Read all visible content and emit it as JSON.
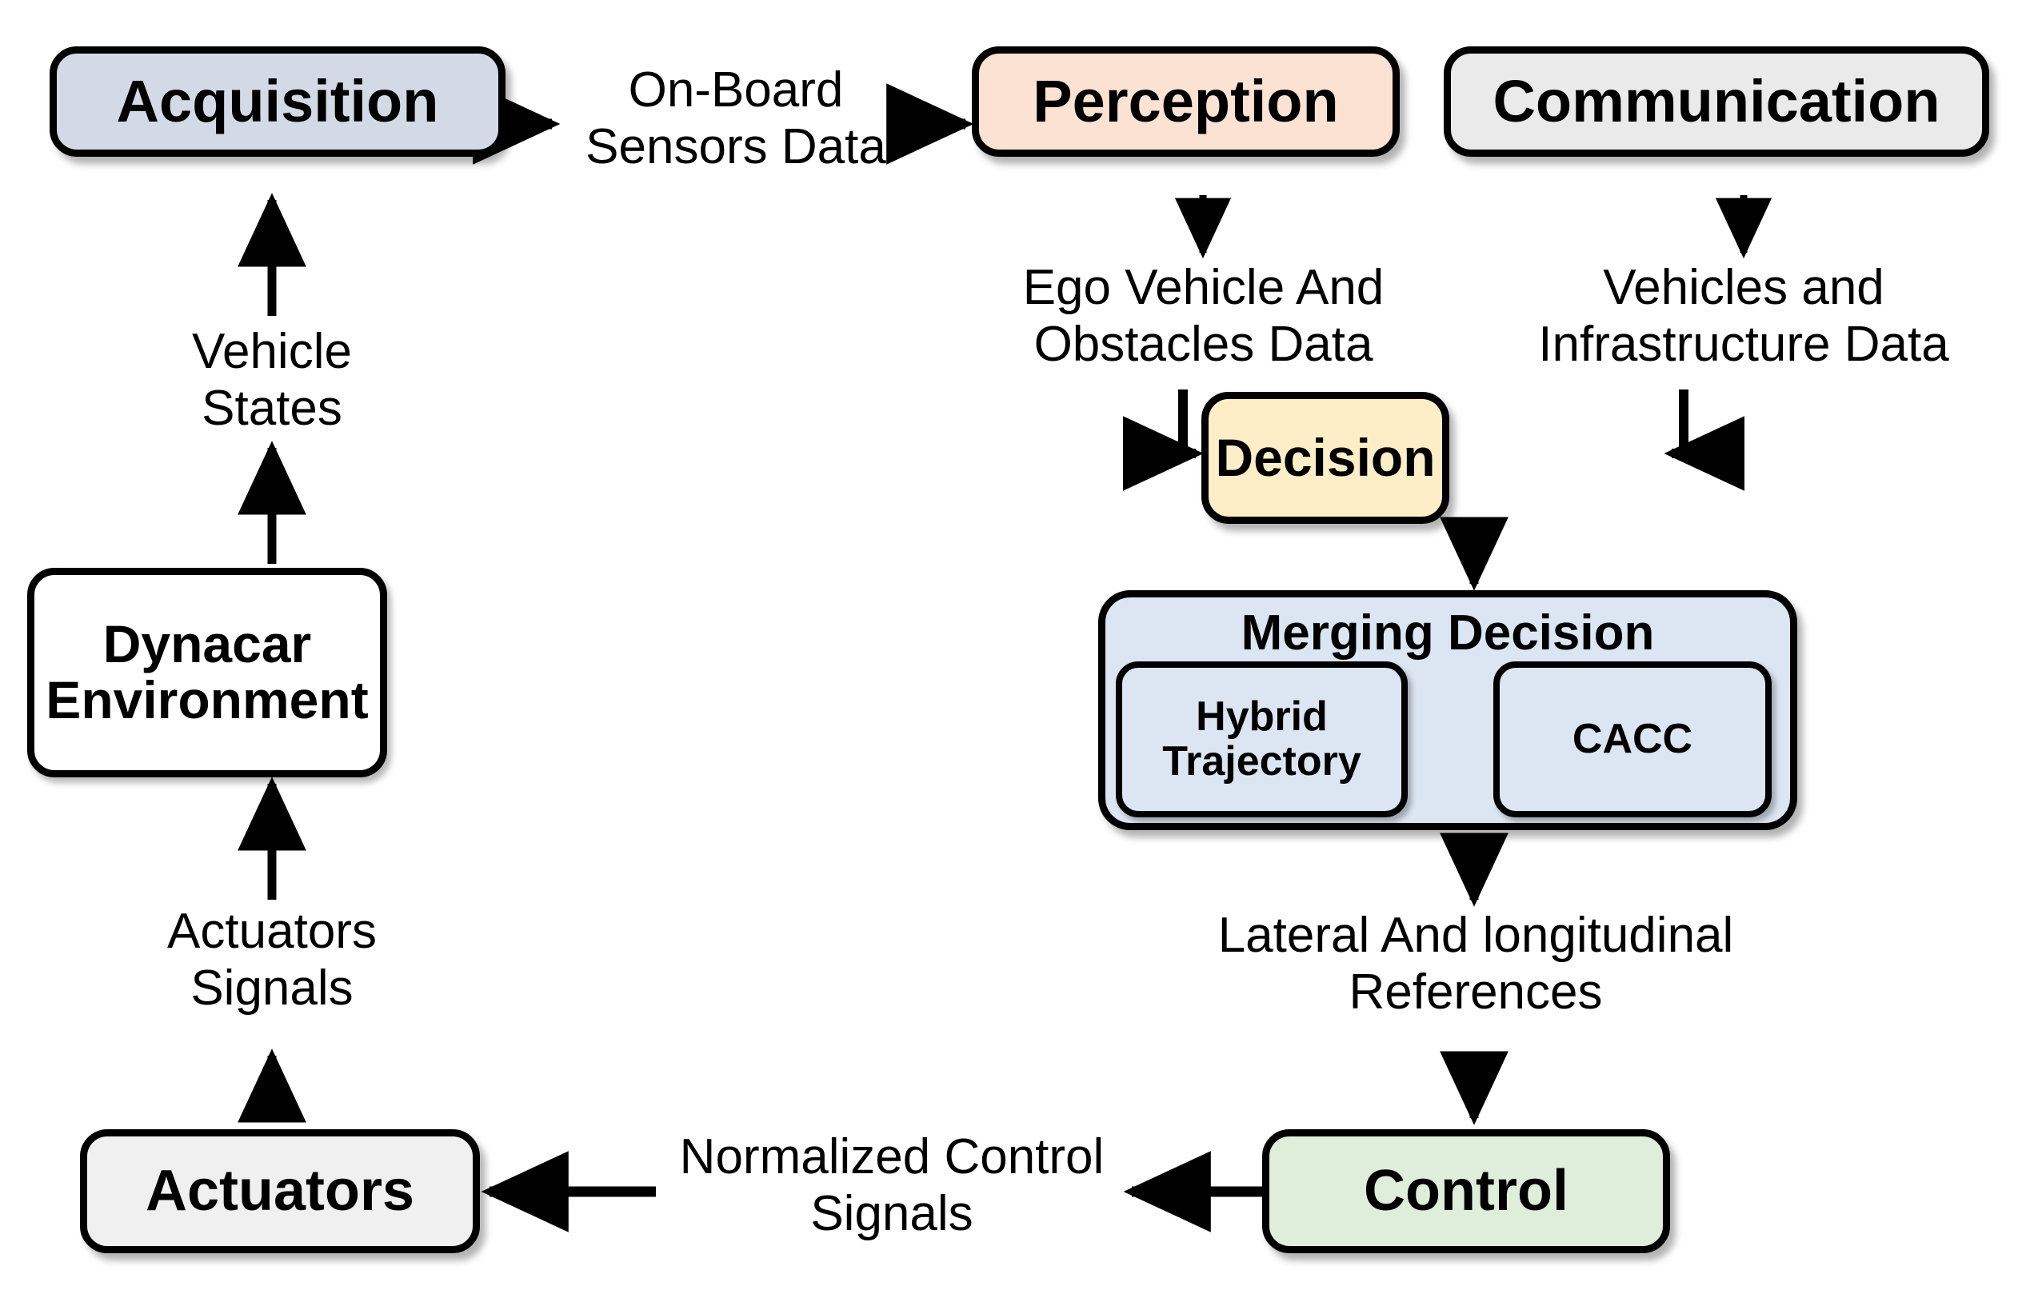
{
  "diagram": {
    "title": "Dynacar Cooperative Merging Architecture Block Diagram",
    "background": "#ffffff",
    "nodes": [
      {
        "id": "acquisition",
        "label": "Acquisition",
        "fill": "#d3dae5",
        "stroke": "#000000"
      },
      {
        "id": "perception",
        "label": "Perception",
        "fill": "#fbe2d3",
        "stroke": "#000000"
      },
      {
        "id": "communication",
        "label": "Communication",
        "fill": "#eaeaea",
        "stroke": "#000000"
      },
      {
        "id": "decision",
        "label": "Decision",
        "fill": "#fdeec8",
        "stroke": "#000000"
      },
      {
        "id": "merging",
        "label": "Merging Decision",
        "fill": "#dce6f2",
        "stroke": "#000000"
      },
      {
        "id": "hybrid",
        "label": "Hybrid\nTrajectory",
        "fill": "#dce6f2",
        "stroke": "#000000"
      },
      {
        "id": "cacc",
        "label": "CACC",
        "fill": "#dce6f2",
        "stroke": "#000000"
      },
      {
        "id": "control",
        "label": "Control",
        "fill": "#dfeedb",
        "stroke": "#000000"
      },
      {
        "id": "actuators",
        "label": "Actuators",
        "fill": "#f0f0f0",
        "stroke": "#000000"
      },
      {
        "id": "dynacar",
        "label": "Dynacar\nEnvironment",
        "fill": "#ffffff",
        "stroke": "#000000"
      }
    ],
    "edge_labels": [
      {
        "id": "on-board-sensors-data",
        "text": "On-Board\nSensors Data"
      },
      {
        "id": "ego-vehicle-obstacles",
        "text": "Ego Vehicle And\nObstacles Data"
      },
      {
        "id": "vehicles-infrastructure",
        "text": "Vehicles and\nInfrastructure Data"
      },
      {
        "id": "lateral-longitudinal-ref",
        "text": "Lateral And longitudinal\nReferences"
      },
      {
        "id": "normalized-control",
        "text": "Normalized Control\nSignals"
      },
      {
        "id": "actuators-signals",
        "text": "Actuators\nSignals"
      },
      {
        "id": "vehicle-states",
        "text": "Vehicle\nStates"
      }
    ]
  }
}
